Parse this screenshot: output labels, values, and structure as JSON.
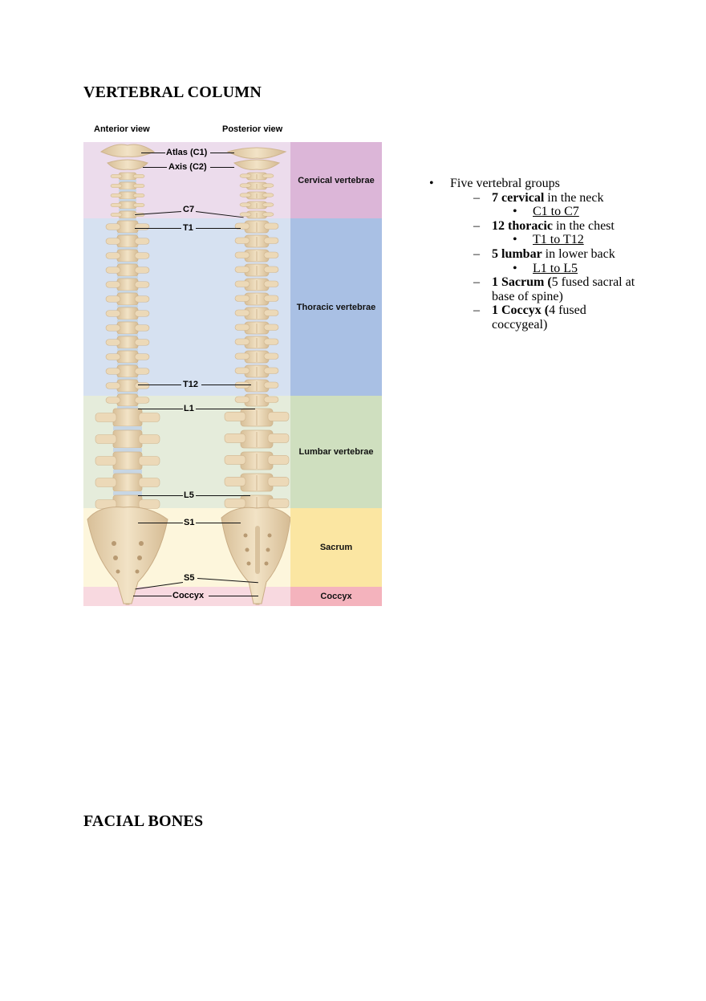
{
  "sections": {
    "vertebral_column_title": "VERTEBRAL COLUMN",
    "facial_bones_title": "FACIAL BONES"
  },
  "figure": {
    "anterior_label": "Anterior view",
    "posterior_label": "Posterior view",
    "regions": [
      {
        "name": "Cervical vertebrae",
        "light": "#ecdcec",
        "dark": "#dcb6d8"
      },
      {
        "name": "Thoracic vertebrae",
        "light": "#d6e1f1",
        "dark": "#a9c0e4"
      },
      {
        "name": "Lumbar vertebrae",
        "light": "#e5ecdb",
        "dark": "#cfdfbf"
      },
      {
        "name": "Sacrum",
        "light": "#fdf6dc",
        "dark": "#fbe6a2"
      },
      {
        "name": "Coccyx",
        "light": "#f8d9e0",
        "dark": "#f4b3bd"
      }
    ],
    "callouts": {
      "atlas": "Atlas (C1)",
      "axis": "Axis (C2)",
      "c7": "C7",
      "t1": "T1",
      "t12": "T12",
      "l1": "L1",
      "l5": "L5",
      "s1": "S1",
      "s5": "S5",
      "coccyx": "Coccyx"
    },
    "colors": {
      "bone": "#ecd9b8",
      "bone_shadow": "#cfb58f",
      "disc": "#c7d6e4"
    }
  },
  "notes": {
    "main": "Five vertebral groups",
    "groups": [
      {
        "bold": "7 cervical",
        "rest": " in the neck",
        "range": "C1 to C7"
      },
      {
        "bold": "12 thoracic",
        "rest": " in the chest",
        "range": "T1 to T12"
      },
      {
        "bold": "5 lumbar",
        "rest": " in lower back",
        "range": "L1 to L5"
      },
      {
        "bold": "1 Sacrum (",
        "rest": "5 fused sacral at base of spine)"
      },
      {
        "bold": "1 Coccyx (",
        "rest": "4 fused coccygeal)"
      }
    ],
    "bullet": "•",
    "dash": "–"
  }
}
